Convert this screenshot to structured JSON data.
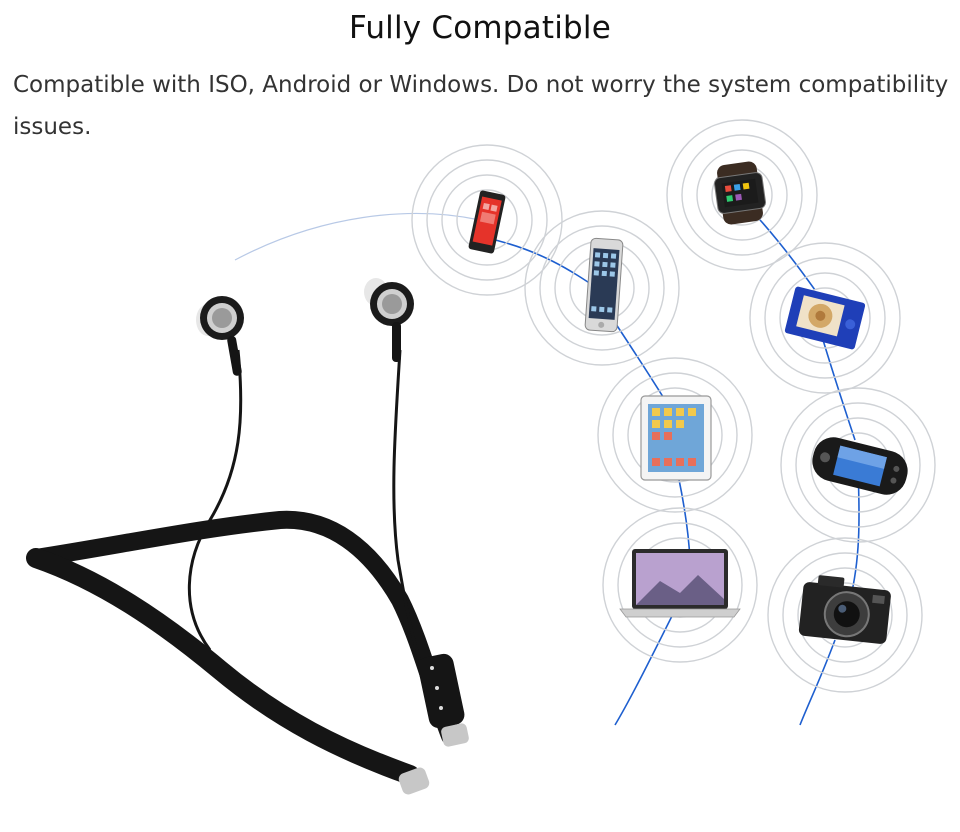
{
  "header": {
    "title": "Fully Compatible",
    "description": "Compatible with ISO, Android or Windows. Do not worry the system compatibility issues."
  },
  "illustration": {
    "product": "neckband-bluetooth-earphones",
    "devices": [
      {
        "name": "smartphone-red"
      },
      {
        "name": "smartphone"
      },
      {
        "name": "tablet"
      },
      {
        "name": "laptop"
      },
      {
        "name": "smartwatch"
      },
      {
        "name": "mp3-player"
      },
      {
        "name": "handheld-game-console"
      },
      {
        "name": "digital-camera"
      }
    ]
  },
  "colors": {
    "ring": "#cfd2d6",
    "signal_line": "#1e5fcf",
    "headset": "#151515"
  }
}
